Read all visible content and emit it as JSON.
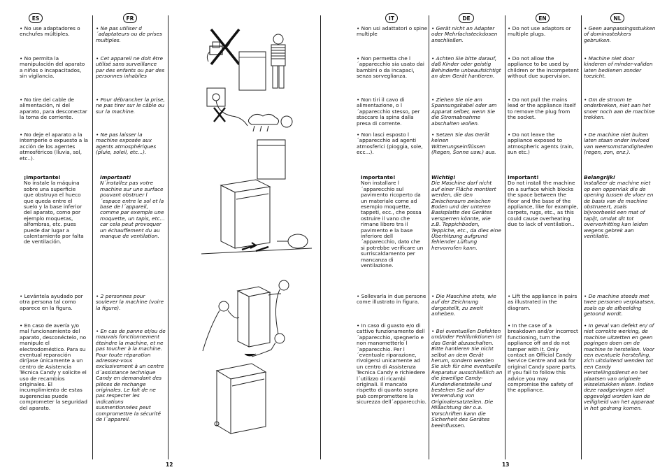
{
  "headers": {
    "es": "ES",
    "fr": "FR",
    "it": "IT",
    "de": "DE",
    "en": "EN",
    "nl": "NL"
  },
  "es": {
    "s1": "• No use adaptadores o enchufes múltiples.",
    "s2": "• No permita la manipulación del aparato a niños o incapacitados, sin vigilancia.",
    "s3": "• No tire del cable de alimentación, ni del aparato, para desconectar la toma de corriente.",
    "s4": "• No deje el aparato a la intemperie o expuesto a la acción de los agentes atmosféricos (lluvia, sol, etc..).",
    "imp_title": "¡Importante!",
    "imp_body": "No instale la máquina sobre una superficie que obstruya el hueco que queda entre el suelo y la base inferior del aparato, como por ejemplo moquetas, alfombras, etc. pues puede dar lugar a calentamiento por falta de ventilación.",
    "s5": "• Levántela ayudado por otra persona tal como aparece en la figura.",
    "s6": "• En caso de avería y/o mal funcionamiento del aparato, desconéctelo, no manipule el electrodoméstico. Para su eventual reparación diríjase únicamente a un centro de Asistencia Técnica Candy y solicite el uso de recambios originales. El incumplimiento de estas sugerencias puede comprometer la seguridad del aparato."
  },
  "fr": {
    "s1": "• Ne pas utiliser d´adaptateurs ou de prises multiples.",
    "s2": "• Cet appareil ne doit être utilisé sans surveillance par des enfants ou par des personnes inhabiles",
    "s3": "• Pour débrancher la prise, ne pas tirer sur le câble ou sur la machine.",
    "s4": "• Ne pas laisser la machine exposée aux agents atmosphériques (pluie, soleil, etc...).",
    "imp_title": "Important!",
    "imp_body": "N´installez pas votre machine sur une surface pouvant obstruer l´espace entre le sol et la base de l´appareil, comme par exemple une moquette, un tapis, etc… car cela peut provoquer un échauffement du au manque de ventilation.",
    "s5": "• 2 personnes pour soulever la machine (voire la figure).",
    "s6": "• En cas de panne et/ou de mauvais fonctionnement éteindre la machine, et ne pas toucher à la machine. Pour toute réparation adressez-vous exclusivement à un centre d´assistance technique Candy en demandant des pièces de rechange originales. Le fait de ne pas respecter les indications susmentionnées peut compromettre la sécurité de l´appareil."
  },
  "it": {
    "s1": "• Non usi adattatori o spine multiple",
    "s2": "• Non permetta che l´apparecchio sia usato dai bambini o da incapaci, senza sorveglianza.",
    "s3": "• Non tiri il cavo di alimentazione, o l´apparecchio stesso, per staccare la spina dalla presa di corrente.",
    "s4": "• Non lasci esposto l´apparecchio ad agenti atmosferici (pioggia, sole, ecc...).",
    "imp_title": "Importante!",
    "imp_body": "Non installare l´apparecchio sul pavimento ricoperto da un materiale come ad esempio moquette, tappeti, ecc., che possa ostruire il vano che rimane libero tra il pavimento e la base inferiore dell´apparecchio, dato che si potrebbe verificare un surriscaldamento per mancanza di ventilazione.",
    "s5": "• Sollevarla in due persone come illustrato in figura.",
    "s6": "• In caso di guasto e/o di cattivo funzionamento dell´apparecchio, spegnerlo e non manometterlo l´apparecchio. Per l´eventuale riparazione, rivolgersi unicamente ad un centro di Assistenza Tecnica Candy e richiedere l´utilizzo di ricambi originali. Il mancato rispetto di quanto sopra può compromettere la sicurezza dell´apparecchio."
  },
  "de": {
    "s1": "• Gerät nicht an Adapter oder Mehrfachsteckdosen anschließen.",
    "s2": "• Achten Sie bitte darauf, daß Kinder oder geistig Behinderte unbeaufsichtigt an dem Gerät hantieren.",
    "s3": "• Ziehen Sie nie am Spannungskabel oder am Apparat selber, wenn Sie die Stromabnahme abschalten wollen.",
    "s4": "• Setzen Sie das Gerät keinen Witterungseinflüssen (Regen, Sonne usw.) aus.",
    "imp_title": "Wichtig!",
    "imp_body": "Die Maschine darf nicht auf einer Fläche montiert werden, die den Zwischeraum zwischen Boden und der unteren Basisplatte des Gerätes versperren könnte, wie z.B. Teppichboden, Teppiche, etc., da dies eine Überhitzung aufgrund fehlender Lüftung hervorrufen kann.",
    "s5": "• Die Maschine stets, wie auf der Zeichnung dargestellt, zu zweit anheben.",
    "s6": "• Bei eventuellen Defekten und/oder Fehlfunktionen ist das Gerät abzuschalten. Bitte hantieren Sie nicht selbst an dem Gerät herum, sondern wenden Sie sich für eine eventuelle Reparatur ausschließlich an die jeweilige Candy-Kundendienststelle und bestehen Sie auf der Verwendung von Originalersatzteilen. Die Mißachtung der o.a. Vorschriften kann die Sicherheit des Gerätes beeinflussen."
  },
  "en": {
    "s1": "• Do not use adaptors or multiple plugs.",
    "s2": "• Do not allow the appliance to be used by children or the incompetent without due supervision.",
    "s3": "• Do not pull the mains lead or the appliance itself to remove the plug from the socket.",
    "s4": "• Do not leave the appliance exposed to atmospheric agents (rain, sun etc.)",
    "imp_title": "Important!",
    "imp_body": "Do not install the machine on a surface which blocks the space between the floor and the base of the appliance, like for example, carpets, rugs, etc., as this could cause overheating due to lack of ventilation..",
    "s5": "• Lift the appliance in pairs as illustrated in the diagram.",
    "s6": "• In the case of a breakdown and/or incorrect functioning, turn the appliance off and do not tamper with it. Only contact an Official Candy Service Centre and ask for original Candy spare parts. If you fail to follow this advice you may compromise the safety of the appliance."
  },
  "nl": {
    "s1": "• Geen aanpassingsstukken of dominostekkers gebruiken.",
    "s2": "• Machine niet door kinderen of minder-validen laten bedienen zonder toezicht.",
    "s3": "• Om de stroom te onderbreken, niet aan het snoer noch aan de machine trekken.",
    "s4": "• De machine niet buiten laten staan onder invloed van weersomstandigheden (regen, zon, enz.).",
    "imp_title": "Belangrijk!",
    "imp_body": "Installeer de machine niet op een oppervlak die de opening tussen de vloer en de basis van de machine obstrueert, zoals bijvoorbeeld een mat of tapijt, omdat dit tot oververhitting kan leiden wegens gebrek aan ventilatie.",
    "s5": "• De machine steeds met twee personen verplaatsen, zoals op de afbeelding getoond wordt.",
    "s6": "• In geval van defekt en/ of niet correkte werking, de machine uitzetten en geen pogingen doen om de machine te herstellen. Voor een eventuele herstelling, zich uitsluitend wenden tot een Candy Herstellingsdienst en het plaatsen van originele wisselstukken eisen. Indien deze raadgevingen niet opgevolgd worden kan de veiligheid van het apparaat in het gedrang komen."
  },
  "page_numbers": {
    "left": "12",
    "right": "13"
  }
}
